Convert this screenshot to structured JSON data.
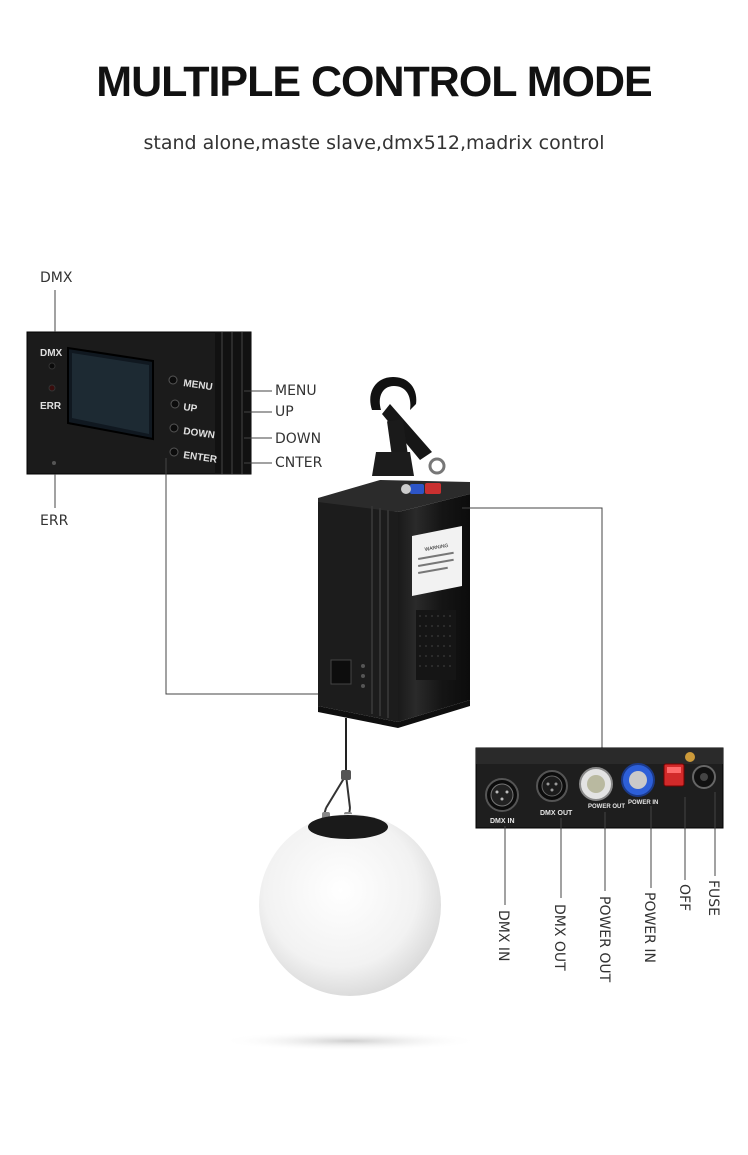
{
  "header": {
    "title": "MULTIPLE CONTROL MODE",
    "subtitle": "stand alone,maste slave,dmx512,madrix control"
  },
  "control_panel": {
    "outer_labels": {
      "dmx": "DMX",
      "err": "ERR",
      "menu": "MENU",
      "up": "UP",
      "down": "DOWN",
      "enter": "CNTER"
    },
    "printed": {
      "dmx": "DMX",
      "err": "ERR",
      "menu": "MENU",
      "up": "UP",
      "down": "DOWN",
      "enter": "ENTER"
    }
  },
  "device": {
    "warning_title": "WARNING"
  },
  "rear_panel": {
    "printed": {
      "dmx_in": "DMX IN",
      "dmx_out": "DMX OUT",
      "power_out": "POWER OUT",
      "power_in": "POWER IN"
    },
    "outer_labels": {
      "dmx_in": "DMX IN",
      "dmx_out": "DMX OUT",
      "power_out": "POWER OUT",
      "power_in": "POWER IN",
      "off": "OFF",
      "fuse": "FUSE"
    }
  }
}
